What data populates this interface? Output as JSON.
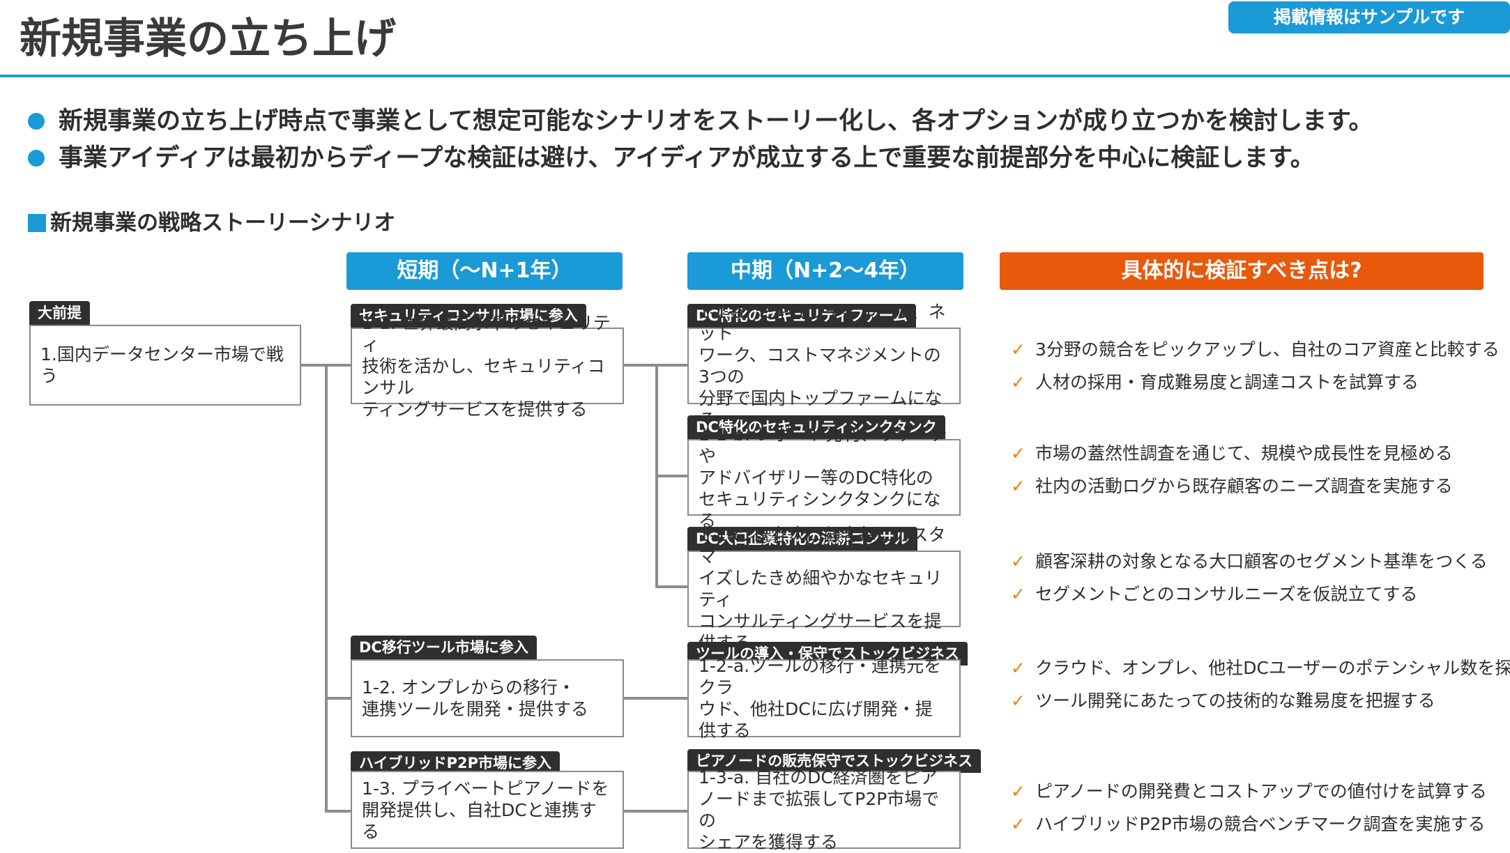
{
  "header": {
    "title": "新規事業の立ち上げ",
    "badge": "掲載情報はサンプルです"
  },
  "bullets": [
    "新規事業の立ち上げ時点で事業として想定可能なシナリオをストーリー化し、各オプションが成り立つかを検討します。",
    "事業アイディアは最初からディープな検証は避け、アイディアが成立する上で重要な前提部分を中心に検証します。"
  ],
  "section": {
    "heading": "新規事業の戦略ストーリーシナリオ"
  },
  "columns": {
    "short": "短期（〜N+1年）",
    "mid": "中期（N+2〜4年）",
    "check": "具体的に検証すべき点は?"
  },
  "premise": {
    "tag": "大前提",
    "text": "1.国内データセンター市場で戦う"
  },
  "short_term": [
    {
      "tag": "セキュリティコンサル市場に参入",
      "text": "1-1. 世界最高水準のセキュリティ\n技術を活かし、セキュリティコンサル\nティングサービスを提供する"
    },
    {
      "tag": "DC移行ツール市場に参入",
      "text": "1-2. オンプレからの移行・\n連携ツールを開発・提供する"
    },
    {
      "tag": "ハイブリッドP2P市場に参入",
      "text": "1-3. プライベートピアノードを\n開発提供し、自社DCと連携する"
    }
  ],
  "mid_term": [
    {
      "tag": "DC特化のセキュリティファーム",
      "text": "1-1-a. セキュリティルール、ネット\nワーク、コストマネジメントの3つの\n分野で国内トップファームになる"
    },
    {
      "tag": "DC特化のセキュリティシンクタンク",
      "text": "1-1-b. レポート発刊、リサーチや\nアドバイザリー等のDC特化の\nセキュリティシンクタンクになる"
    },
    {
      "tag": "DC大口企業特化の深耕コンサル",
      "text": "1-1-c. 既存大口顧客毎にカスタマ\nイズしたきめ細やかなセキュリティ\nコンサルティングサービスを提供する"
    },
    {
      "tag": "ツールの導入・保守でストックビジネス",
      "text": "1-2-a.ツールの移行・連携元をクラ\nウド、他社DCに広げ開発・提供する"
    },
    {
      "tag": "ピアノードの販売保守でストックビジネス",
      "text": "1-3-a. 自社のDC経済圏をピア\nノードまで拡張してP2P市場での\nシェアを獲得する"
    }
  ],
  "checks": [
    "3分野の競合をピックアップし、自社のコア資産と比較する",
    "人材の採用・育成難易度と調達コストを試算する",
    "市場の蓋然性調査を通じて、規模や成長性を見極める",
    "社内の活動ログから既存顧客のニーズ調査を実施する",
    "顧客深耕の対象となる大口顧客のセグメント基準をつくる",
    "セグメントごとのコンサルニーズを仮説立てする",
    "クラウド、オンプレ、他社DCユーザーのポテンシャル数を探る",
    "ツール開発にあたっての技術的な難易度を把握する",
    "ピアノードの開発費とコストアップでの値付けを試算する",
    "ハイブリッドP2P市場の競合ベンチマーク調査を実施する"
  ],
  "colors": {
    "accent": "#1a9ad6",
    "highlight": "#e8590c",
    "tick": "#e8820c",
    "tag": "#2f2f2f"
  }
}
